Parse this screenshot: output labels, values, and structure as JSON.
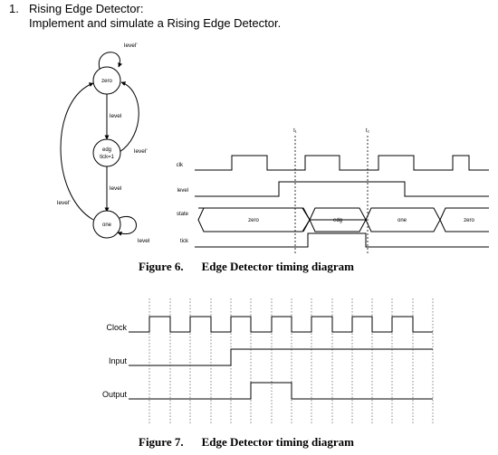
{
  "question": {
    "number": "1.",
    "title": "Rising Edge Detector:",
    "instruction": "Implement and simulate a Rising Edge Detector."
  },
  "state_diagram": {
    "states": [
      "zero",
      "edg\ntick=1",
      "one"
    ],
    "state_zero": "zero",
    "state_edg": "edg",
    "state_edg_output": "tick=1",
    "state_one": "one",
    "transitions": {
      "zero_self": "level'",
      "zero_to_edg": "level",
      "edg_to_zero": "level'",
      "edg_to_one": "level",
      "one_to_zero": "level'",
      "one_self": "level"
    }
  },
  "figure6": {
    "signals": {
      "clk": "clk",
      "level": "level",
      "state": "state",
      "tick": "tick"
    },
    "times": {
      "t1": "t₁",
      "t2": "t₂"
    },
    "state_values": [
      "zero",
      "edg",
      "one",
      "zero"
    ],
    "caption_label": "Figure 6.",
    "caption_text": "Edge Detector timing diagram"
  },
  "figure7": {
    "signals": {
      "clock": "Clock",
      "input": "Input",
      "output": "Output"
    },
    "caption_label": "Figure 7.",
    "caption_text": "Edge Detector timing diagram"
  }
}
